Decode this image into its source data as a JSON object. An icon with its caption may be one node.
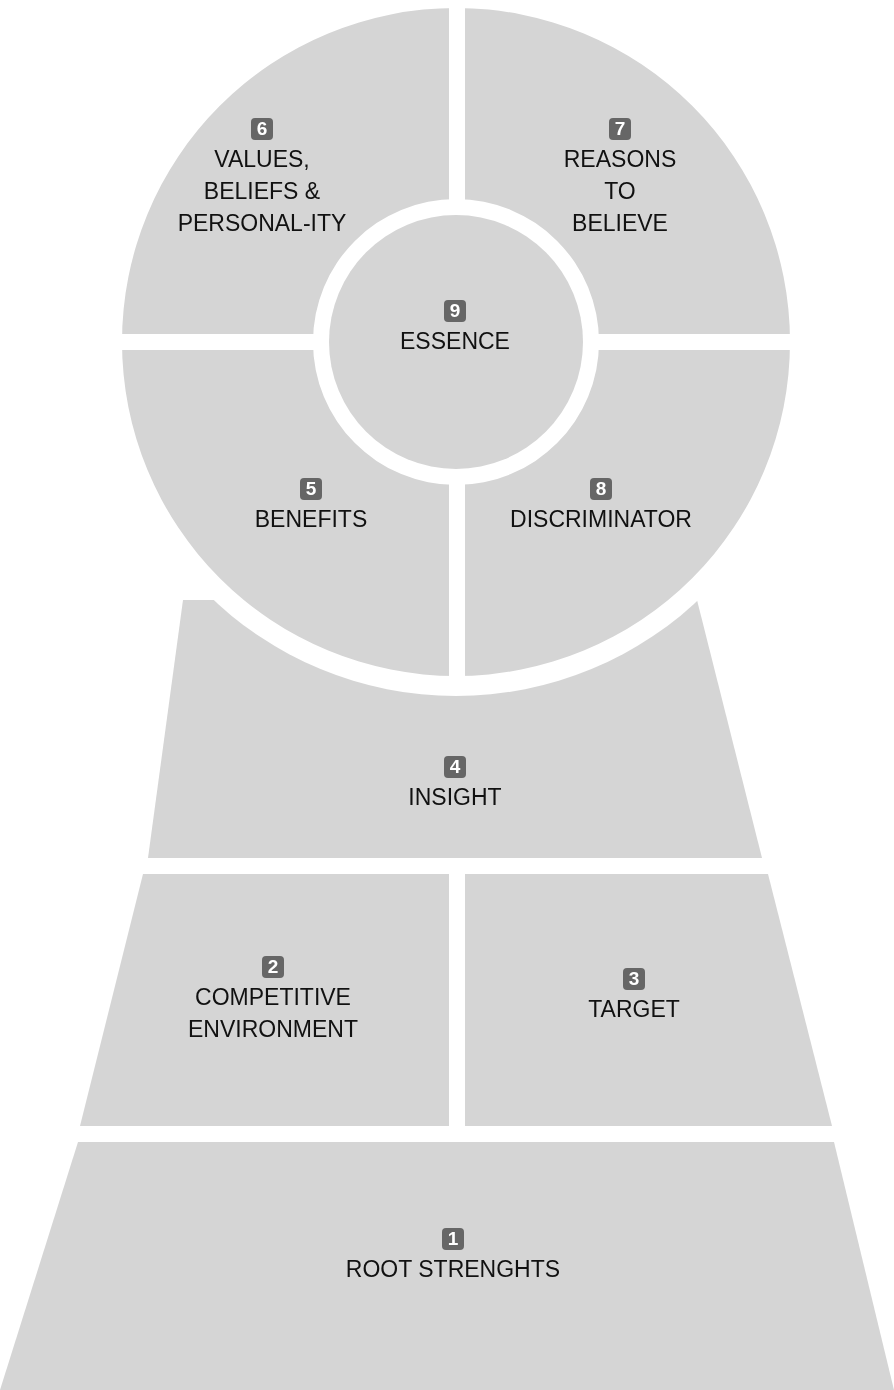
{
  "diagram": {
    "nodes": [
      {
        "text": [
          "6",
          "VALUES, BELIEFS & PERSONAL-ITY"
        ]
      },
      {
        "text": [
          "7",
          "REASONS TO BELIEVE"
        ]
      },
      {
        "text": [
          "9",
          "ESSENCE"
        ]
      },
      {
        "text": [
          "5",
          "BENEFITS"
        ]
      },
      {
        "text": [
          "8",
          "DISCRIMINATOR"
        ]
      },
      {
        "text": [
          "4",
          "INSIGHT"
        ]
      },
      {
        "text": [
          "2",
          "COMPETITIVE ENVIRONMENT"
        ]
      },
      {
        "text": [
          "3",
          "TARGET"
        ]
      },
      {
        "text": [
          "1",
          "ROOT STRENGHTS"
        ]
      }
    ]
  }
}
